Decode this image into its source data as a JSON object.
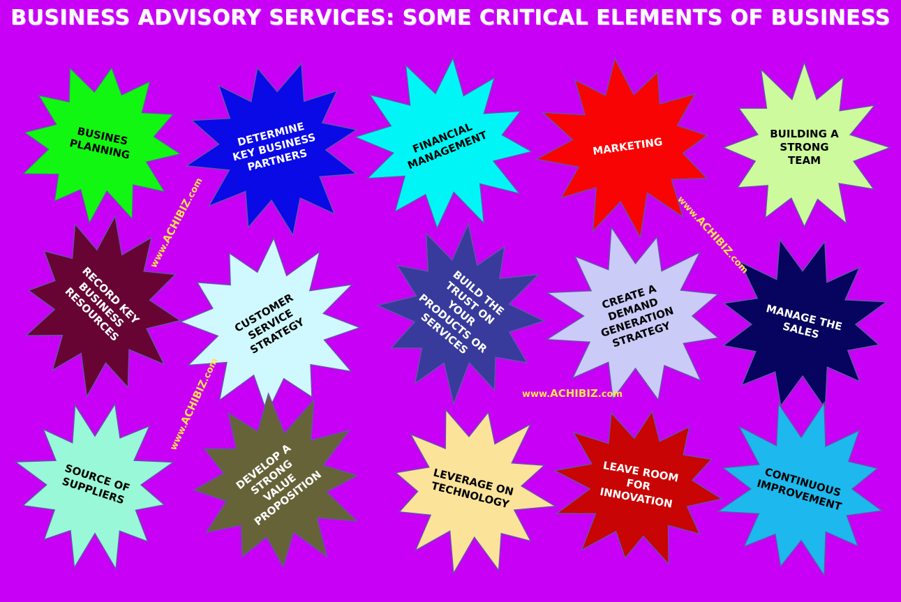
{
  "title": "BUSINESS ADVISORY SERVICES: SOME CRITICAL ELEMENTS OF BUSINESS",
  "colors": {
    "background": "#c800f5",
    "title_text": "#ffffff",
    "watermark": "#ffe14a",
    "outline": "#6a4fb0"
  },
  "watermark": {
    "prefix": "www.",
    "brand": "ACHIBIZ",
    "suffix": ".com"
  },
  "elements": [
    {
      "label": "Busines\nPlanning",
      "fill": "#11f711",
      "text_color": "#000000"
    },
    {
      "label": "Determine\nKey Business\nPartners",
      "fill": "#0a0ae6",
      "text_color": "#ffffff"
    },
    {
      "label": "Financial\nManagement",
      "fill": "#00f6f6",
      "text_color": "#000000"
    },
    {
      "label": "Marketing",
      "fill": "#f80404",
      "text_color": "#ffffff"
    },
    {
      "label": "Building a\nStrong\nTeam",
      "fill": "#ccfa9c",
      "text_color": "#000000"
    },
    {
      "label": "Record Key\nBusiness\nResources",
      "fill": "#680434",
      "text_color": "#ffffff"
    },
    {
      "label": "Customer\nService\nStrategy",
      "fill": "#cff8ff",
      "text_color": "#000000"
    },
    {
      "label": "Build the\nTrust on\nYour\nProducts or\nServices",
      "fill": "#383b9c",
      "text_color": "#ffffff"
    },
    {
      "label": "Create a\nDemand\nGeneration\nStrategy",
      "fill": "#cbcbf8",
      "text_color": "#000000"
    },
    {
      "label": "Manage the\nSales",
      "fill": "#06045e",
      "text_color": "#ffffff"
    },
    {
      "label": "Source of\nSuppliers",
      "fill": "#98f8d8",
      "text_color": "#000000"
    },
    {
      "label": "Develop a\nStrong\nValue\nProposition",
      "fill": "#666338",
      "text_color": "#ffffff"
    },
    {
      "label": "Leverage on\nTechnology",
      "fill": "#fbe39a",
      "text_color": "#000000"
    },
    {
      "label": "Leave Room\nfor\nInnovation",
      "fill": "#c80404",
      "text_color": "#ffffff"
    },
    {
      "label": "Continuous\nImprovement",
      "fill": "#1cb8ee",
      "text_color": "#000000"
    }
  ]
}
